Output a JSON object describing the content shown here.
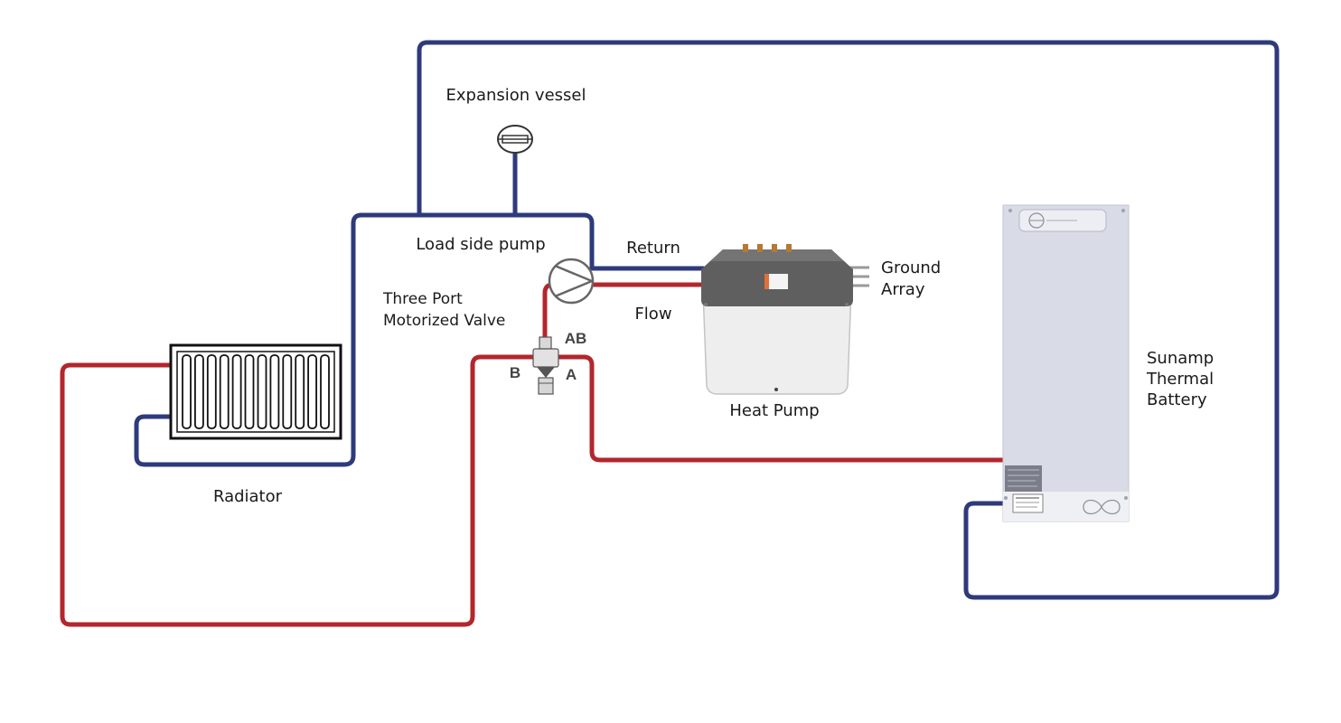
{
  "colors": {
    "return_pipe": "#2e3a7c",
    "flow_pipe": "#b3262d",
    "heat_pump_top": "#5f5f5f",
    "heat_pump_body": "#eeeeee",
    "battery_body": "#d9dbe6"
  },
  "labels": {
    "expansion_vessel": "Expansion vessel",
    "load_side_pump": "Load side pump",
    "return": "Return",
    "flow": "Flow",
    "three_port_line1": "Three Port",
    "three_port_line2": "Motorized Valve",
    "port_ab": "AB",
    "port_a": "A",
    "port_b": "B",
    "ground_line1": "Ground",
    "ground_line2": "Array",
    "heat_pump": "Heat Pump",
    "radiator": "Radiator",
    "battery_line1": "Sunamp",
    "battery_line2": "Thermal",
    "battery_line3": "Battery"
  },
  "radiator": {
    "fin_count": 12
  }
}
